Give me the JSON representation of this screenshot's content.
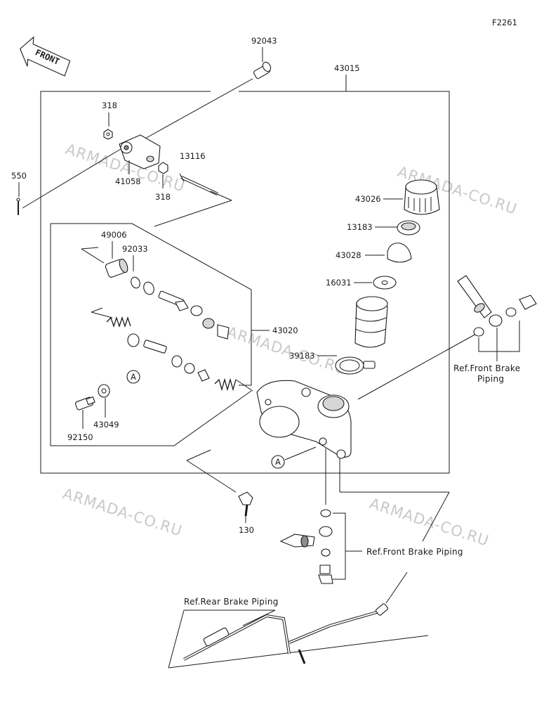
{
  "diagram_code": "F2261",
  "front_marker": "FRONT",
  "watermark": "ARMADA-CO.RU",
  "callout_marker": "A",
  "parts": {
    "p92043": "92043",
    "p43015": "43015",
    "p318a": "318",
    "p318b": "318",
    "p41058": "41058",
    "p13116": "13116",
    "p550": "550",
    "p49006": "49006",
    "p92033": "92033",
    "p43020": "43020",
    "p43026": "43026",
    "p13183": "13183",
    "p43028": "43028",
    "p16031": "16031",
    "p39183": "39183",
    "p43049": "43049",
    "p92150": "92150",
    "p130": "130"
  },
  "refs": {
    "front_brake_piping_1": "Ref.Front Brake",
    "front_brake_piping_1b": "Piping",
    "front_brake_piping_2": "Ref.Front Brake Piping",
    "rear_brake_piping": "Ref.Rear Brake Piping"
  }
}
